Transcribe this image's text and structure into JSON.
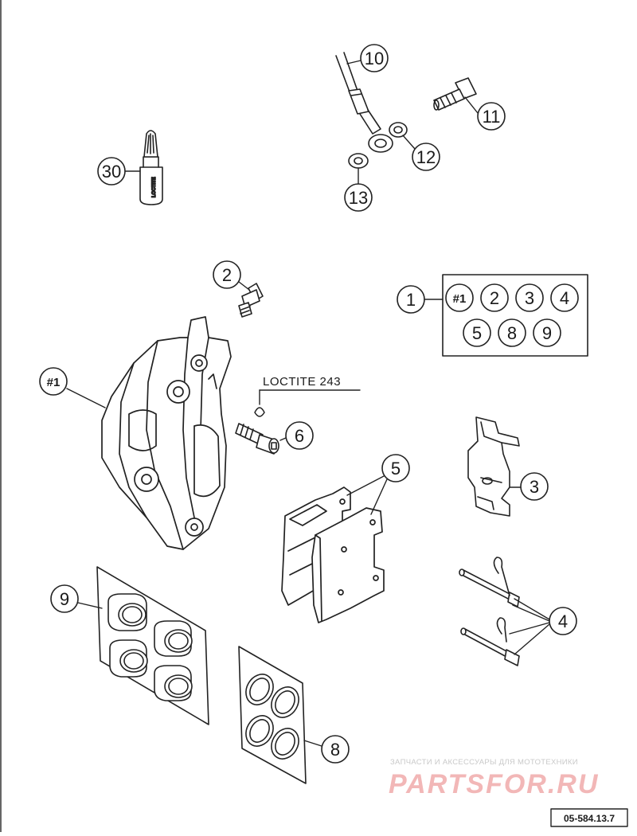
{
  "callouts": {
    "c10": "10",
    "c11": "11",
    "c12": "12",
    "c13": "13",
    "c30": "30",
    "c2": "2",
    "c1": "1",
    "c_h1": "#1",
    "c6": "6",
    "c5": "5",
    "c3": "3",
    "c9": "9",
    "c4": "4",
    "c8": "8"
  },
  "kit_box": {
    "items": [
      "#1",
      "2",
      "3",
      "4",
      "5",
      "8",
      "9"
    ]
  },
  "annotation": {
    "loctite": "LOCTITE 243",
    "tube_label": "LOCTITE"
  },
  "watermark": {
    "line1": "ЗАПЧАСТИ И АКСЕССУАРЫ ДЛЯ МОТОТЕХНИКИ",
    "line2": "PARTSFOR.RU"
  },
  "drawing_ref": "05-584.13.7"
}
